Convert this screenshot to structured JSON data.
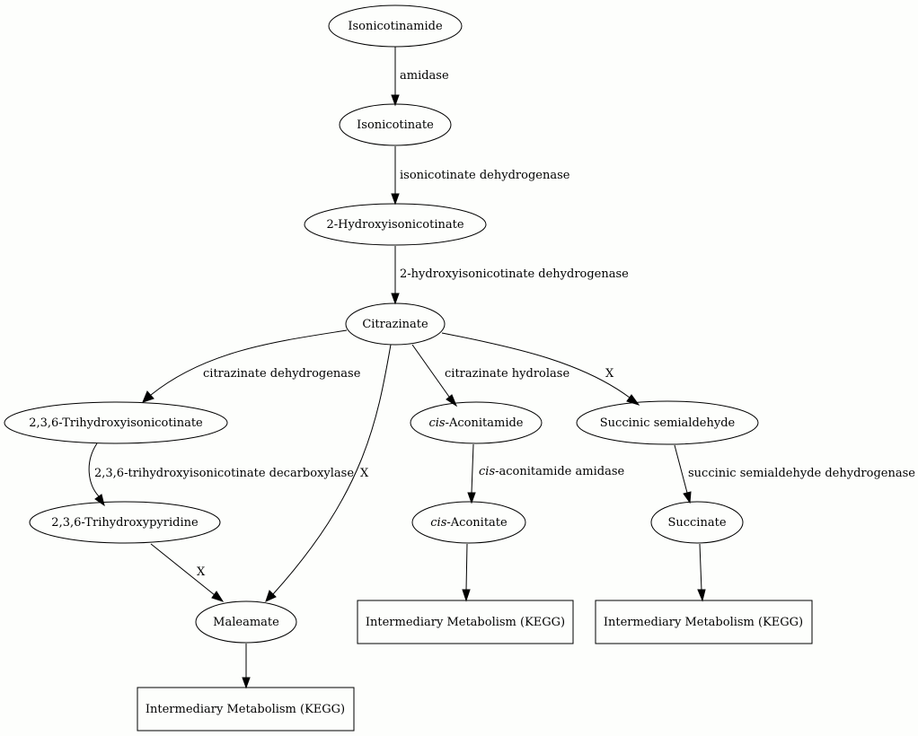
{
  "diagram": {
    "nodes": {
      "isonicotinamide": {
        "label": "Isonicotinamide"
      },
      "isonicotinate": {
        "label": "Isonicotinate"
      },
      "hydroxyisonicotinate": {
        "label": "2-Hydroxyisonicotinate"
      },
      "citrazinate": {
        "label": "Citrazinate"
      },
      "trihydroxyisonicotinate": {
        "label": "2,3,6-Trihydroxyisonicotinate"
      },
      "cis_aconitamide": {
        "italic": "cis",
        "rest": "-Aconitamide"
      },
      "succinic_semialdehyde": {
        "label": "Succinic semialdehyde"
      },
      "trihydroxypyridine": {
        "label": "2,3,6-Trihydroxypyridine"
      },
      "cis_aconitate": {
        "italic": "cis",
        "rest": "-Aconitate"
      },
      "succinate": {
        "label": "Succinate"
      },
      "maleamate": {
        "label": "Maleamate"
      },
      "kegg_aconitate": {
        "label": "Intermediary Metabolism (KEGG)"
      },
      "kegg_succinate": {
        "label": "Intermediary Metabolism (KEGG)"
      },
      "kegg_maleamate": {
        "label": "Intermediary Metabolism (KEGG)"
      }
    },
    "edges": {
      "amidase": {
        "label": "amidase"
      },
      "isonicotinate_dh": {
        "label": "isonicotinate dehydrogenase"
      },
      "hydroxyisonicotinate_dh": {
        "label": "2-hydroxyisonicotinate dehydrogenase"
      },
      "citrazinate_dh": {
        "label": "citrazinate dehydrogenase"
      },
      "citrazinate_to_maleamate": {
        "label": "X"
      },
      "citrazinate_hydrolase": {
        "label": "citrazinate hydrolase"
      },
      "citrazinate_to_succinic": {
        "label": "X"
      },
      "decarboxylase": {
        "label": "2,3,6-trihydroxyisonicotinate decarboxylase"
      },
      "aconitamide_amidase": {
        "italic": "cis",
        "rest": "-aconitamide amidase"
      },
      "succinic_semialdehyde_dh": {
        "label": "succinic semialdehyde dehydrogenase"
      },
      "pyridine_to_maleamate": {
        "label": "X"
      }
    }
  }
}
